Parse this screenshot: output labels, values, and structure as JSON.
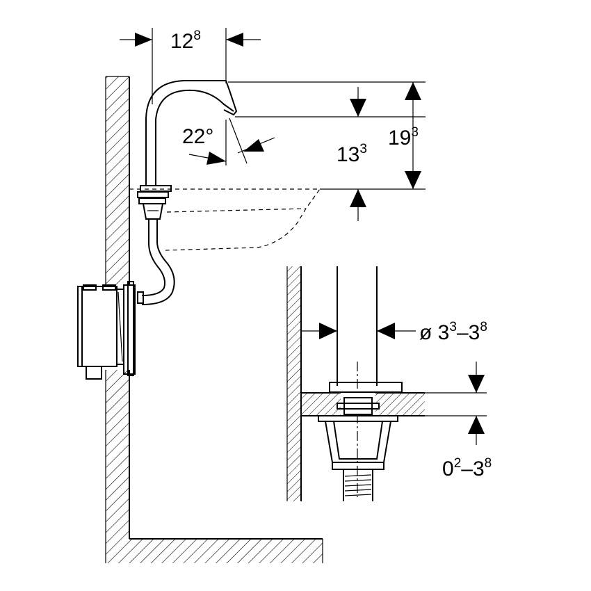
{
  "dimensions": {
    "spout_reach": {
      "base": "12",
      "sup": "8"
    },
    "spout_angle": {
      "value": "22°"
    },
    "outlet_height": {
      "base": "13",
      "sup": "3"
    },
    "total_height": {
      "base": "19",
      "sup": "3"
    },
    "hole_diameter": {
      "prefix": "ø ",
      "base1": "3",
      "sup1": "3",
      "sep": "–",
      "base2": "3",
      "sup2": "8"
    },
    "deck_thickness": {
      "base1": "0",
      "sup1": "2",
      "sep": "–",
      "base2": "3",
      "sup2": "8"
    }
  }
}
